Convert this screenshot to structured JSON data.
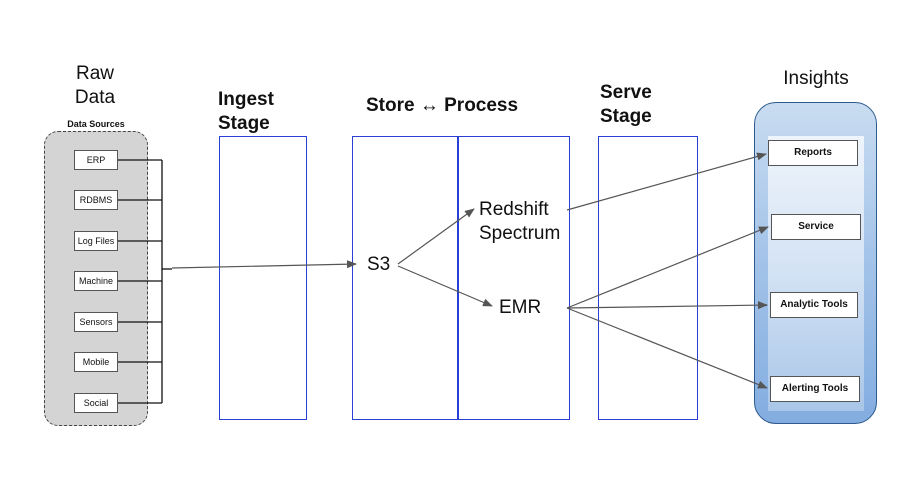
{
  "raw_data_title": "Raw\nData",
  "data_sources": {
    "title": "Data Sources",
    "items": [
      "ERP",
      "RDBMS",
      "Log Files",
      "Machine",
      "Sensors",
      "Mobile",
      "Social"
    ]
  },
  "stages": {
    "ingest": "Ingest Stage",
    "store_process": "Store ↔ Process",
    "serve": "Serve Stage"
  },
  "nodes": {
    "s3": "S3",
    "redshift": "Redshift\nSpectrum",
    "emr": "EMR"
  },
  "insights": {
    "title": "Insights",
    "items": [
      "Reports",
      "Service",
      "Analytic Tools",
      "Alerting Tools"
    ]
  },
  "colors": {
    "stage_border": "#2a3fd6",
    "insights_panel": "#83ade0",
    "sources_panel": "#d4d4d4",
    "connector": "#555555"
  }
}
